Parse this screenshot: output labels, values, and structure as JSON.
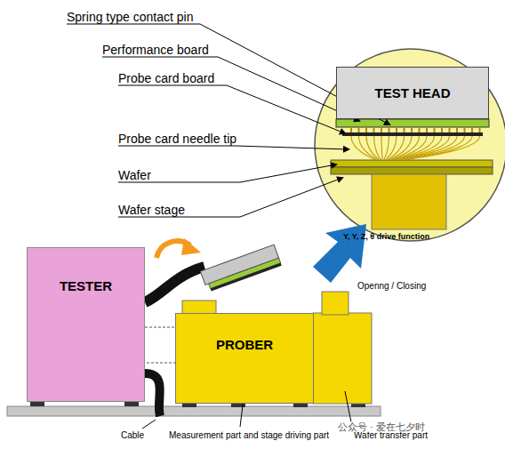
{
  "diagram": {
    "nodes": [
      {
        "text": [
          "TEST HEAD"
        ]
      },
      {
        "text": [
          "TESTER"
        ]
      },
      {
        "text": [
          "PROBER"
        ]
      }
    ],
    "labels": [
      "Spring type contact pin",
      "Performance board",
      "Probe card board",
      "Probe card needle tip",
      "Wafer",
      "Wafer stage",
      "Y, Y, Z, θ drive function",
      "Openng / Closing",
      "Cable",
      "Measurement part and stage driving part",
      "Wafer transfer part",
      "公众号 · 爱在七夕时"
    ]
  }
}
